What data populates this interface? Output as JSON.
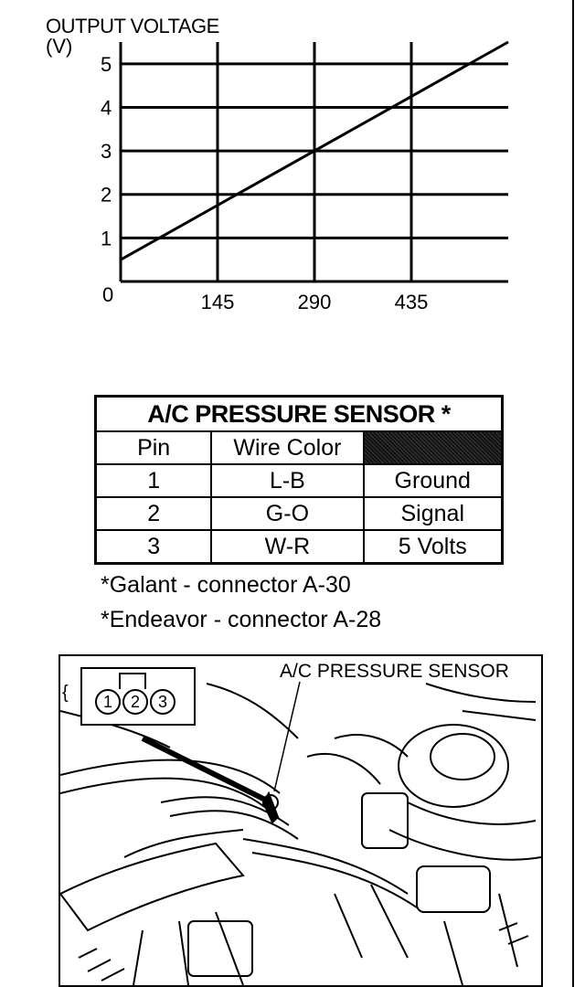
{
  "chart_data": {
    "type": "line",
    "title": "OUTPUT VOLTAGE",
    "ylabel": "(V)",
    "xlabel": "",
    "x_ticks": [
      "145",
      "290",
      "435"
    ],
    "y_ticks": [
      "0",
      "1",
      "2",
      "3",
      "4",
      "5"
    ],
    "xlim": [
      0,
      580
    ],
    "ylim": [
      0,
      5.5
    ],
    "grid": true,
    "series": [
      {
        "x": [
          0,
          580
        ],
        "y": [
          0.5,
          5.5
        ]
      }
    ]
  },
  "table": {
    "title": "A/C PRESSURE SENSOR *",
    "headers": [
      "Pin",
      "Wire Color",
      ""
    ],
    "rows": [
      [
        "1",
        "L-B",
        "Ground"
      ],
      [
        "2",
        "G-O",
        "Signal"
      ],
      [
        "3",
        "W-R",
        "5 Volts"
      ]
    ]
  },
  "notes": [
    "*Galant - connector A-30",
    "*Endeavor - connector A-28"
  ],
  "figure": {
    "label": "A/C PRESSURE SENSOR",
    "pins": [
      "1",
      "2",
      "3"
    ],
    "bracket": "{"
  }
}
